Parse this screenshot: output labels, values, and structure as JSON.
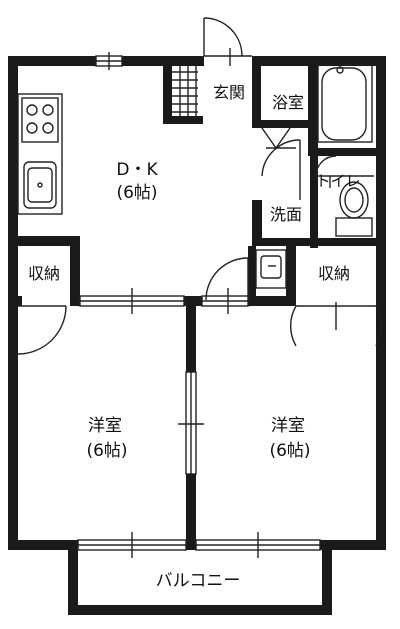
{
  "rooms": {
    "dk": {
      "name": "D・K",
      "size": "(6帖)"
    },
    "western1": {
      "name": "洋室",
      "size": "(6帖)"
    },
    "western2": {
      "name": "洋室",
      "size": "(6帖)"
    },
    "entrance": "玄関",
    "bath": "浴室",
    "washroom": "洗面",
    "toilet": "トイレ",
    "storage_left": "収納",
    "storage_right": "収納",
    "balcony": "バルコニー"
  },
  "colors": {
    "wall": "#1a1a1a",
    "line": "#222222",
    "background": "#ffffff"
  }
}
